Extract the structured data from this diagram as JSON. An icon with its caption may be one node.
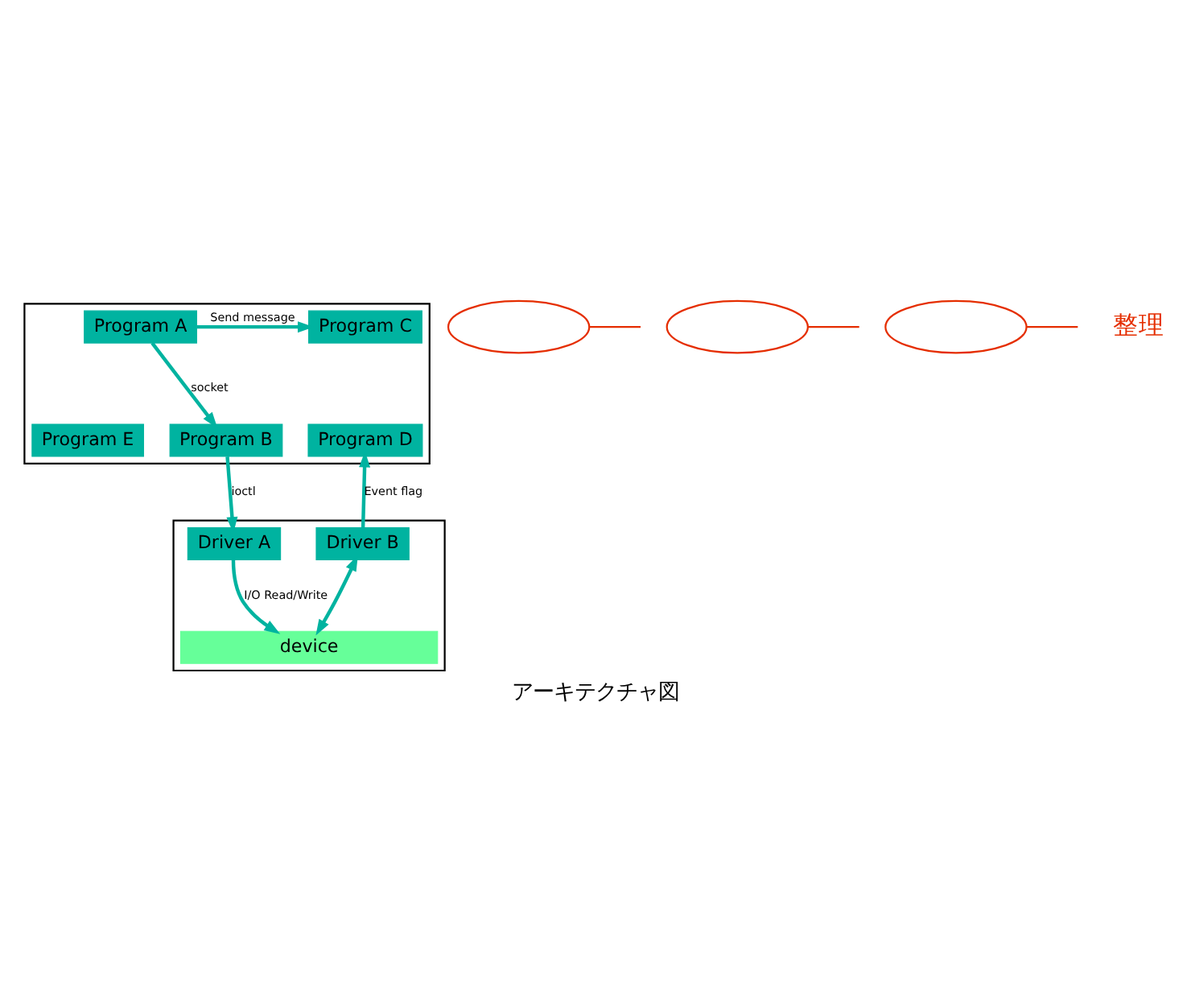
{
  "diagram": {
    "caption": "アーキテクチャ図",
    "nodes": [
      {
        "text": [],
        "shape": "box"
      },
      {
        "text": [
          "Program A"
        ],
        "in": 0
      },
      {
        "text": [
          "Program C"
        ],
        "in": 0
      },
      {
        "text": [
          "Program E"
        ],
        "in": 0
      },
      {
        "text": [
          "Program B"
        ],
        "in": 0
      },
      {
        "text": [
          "Program D"
        ],
        "in": 0
      },
      {
        "text": [],
        "shape": "box"
      },
      {
        "text": [
          "Driver A"
        ],
        "in": 6
      },
      {
        "text": [
          "Driver B"
        ],
        "in": 6
      },
      {
        "text": [
          "device"
        ],
        "in": 6
      },
      {
        "text": [],
        "shape": "ellipse"
      },
      {
        "text": [],
        "shape": "ellipse"
      },
      {
        "text": [],
        "shape": "ellipse"
      }
    ],
    "edges": [
      {
        "from": 1,
        "to": 2,
        "arrow": "to",
        "label": "Send message"
      },
      {
        "from": 1,
        "to": 4,
        "arrow": "to",
        "label": "socket"
      },
      {
        "from": 4,
        "to": 7,
        "arrow": "to",
        "label": "ioctl"
      },
      {
        "from": 8,
        "to": 5,
        "arrow": "to",
        "label": "Event flag"
      },
      {
        "from": 7,
        "to": 9,
        "arrow": "to",
        "label": "I/O Read/Write"
      },
      {
        "from": 8,
        "to": 9,
        "arrow": "both"
      },
      {
        "from": 10,
        "to": null,
        "arrow": "none",
        "color": "#e52e00"
      },
      {
        "from": 11,
        "to": null,
        "arrow": "none",
        "color": "#e52e00"
      },
      {
        "from": 12,
        "to": null,
        "arrow": "none",
        "color": "#e52e00"
      }
    ],
    "labels": [
      "整理"
    ]
  }
}
